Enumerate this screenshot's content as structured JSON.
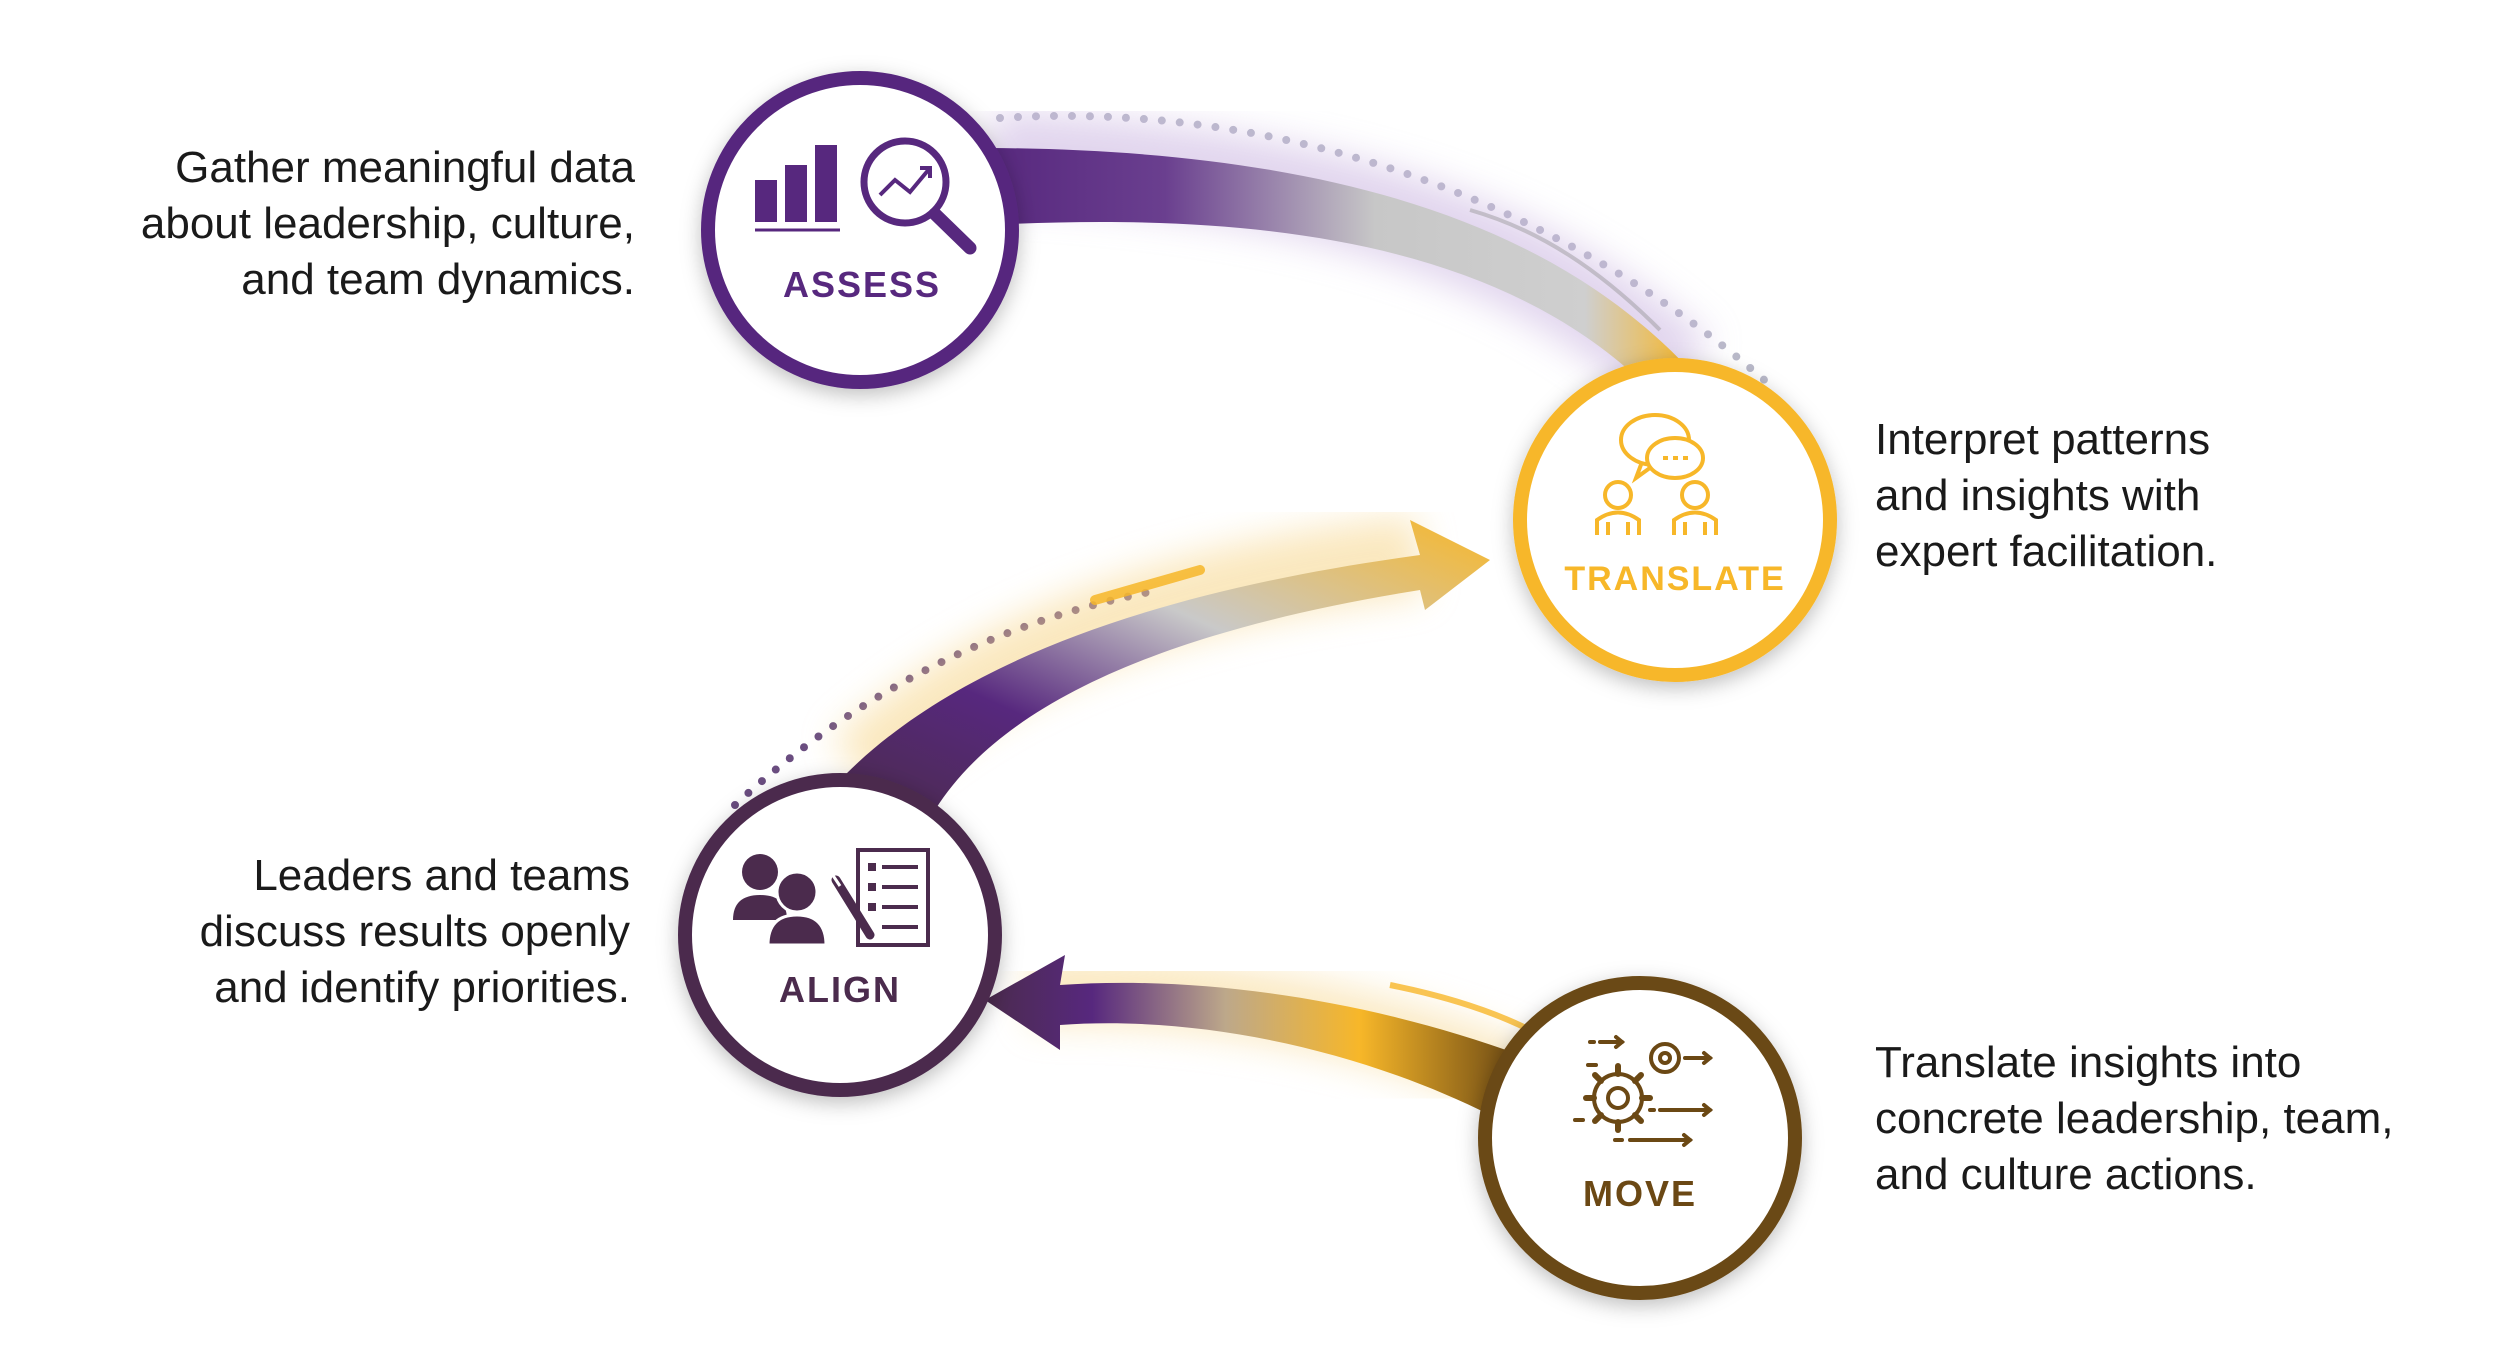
{
  "steps": {
    "assess": {
      "label": "ASSESS",
      "color": "#57287e",
      "description": [
        "Gather meaningful data",
        "about leadership, culture,",
        "and team dynamics."
      ]
    },
    "translate": {
      "label": "TRANSLATE",
      "color": "#f7b729",
      "description": [
        "Interpret patterns",
        "and insights with",
        "expert facilitation."
      ]
    },
    "align": {
      "label": "ALIGN",
      "color": "#4b2b4d",
      "description": [
        "Leaders and teams",
        "discuss results openly",
        "and identify priorities."
      ]
    },
    "move": {
      "label": "MOVE",
      "color": "#6b4814",
      "description": [
        "Translate insights into",
        "concrete leadership, team,",
        "and culture actions."
      ]
    }
  },
  "icons": {
    "assess": "bar-chart-magnifier-icon",
    "translate": "people-speech-bubbles-icon",
    "align": "team-checklist-icon",
    "move": "gears-arrows-icon"
  }
}
